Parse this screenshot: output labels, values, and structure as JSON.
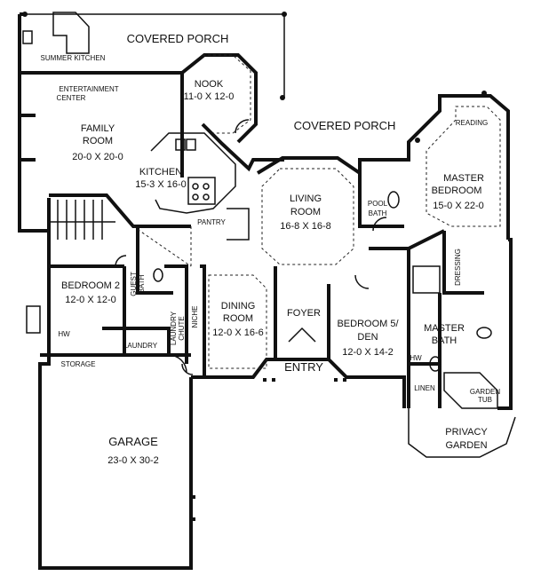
{
  "rooms": {
    "covered_porch_top": "COVERED PORCH",
    "summer_kitchen": "SUMMER KITCHEN",
    "nook_name": "NOOK",
    "nook_dim": "11-0 X 12-0",
    "entertainment_center_1": "ENTERTAINMENT",
    "entertainment_center_2": "CENTER",
    "family_name_1": "FAMILY",
    "family_name_2": "ROOM",
    "family_dim": "20-0 X 20-0",
    "covered_porch_mid": "COVERED PORCH",
    "reading": "READING",
    "master_bed_1": "MASTER",
    "master_bed_2": "BEDROOM",
    "master_bed_dim": "15-0 X 22-0",
    "kitchen_name": "KITCHEN",
    "kitchen_dim": "15-3 X 16-0",
    "pantry": "PANTRY",
    "living_name_1": "LIVING",
    "living_name_2": "ROOM",
    "living_dim": "16-8 X 16-8",
    "pool_bath_1": "POOL",
    "pool_bath_2": "BATH",
    "dressing": "DRESSING",
    "bedroom2_name": "BEDROOM 2",
    "bedroom2_dim": "12-0 X 12-0",
    "guest_bath_1": "GUEST",
    "guest_bath_2": "BATH",
    "dining_name_1": "DINING",
    "dining_name_2": "ROOM",
    "dining_dim": "12-0 X 16-6",
    "foyer": "FOYER",
    "bedroom5_1": "BEDROOM 5/",
    "bedroom5_2": "DEN",
    "bedroom5_dim": "12-0 X 14-2",
    "master_bath_1": "MASTER",
    "master_bath_2": "BATH",
    "laundry_chute_1": "LAUNDRY",
    "laundry_chute_2": "CHUTE",
    "niche": "NICHE",
    "laundry": "LAUNDRY",
    "hw_left": "HW",
    "hw_right": "HW",
    "storage": "STORAGE",
    "entry": "ENTRY",
    "linen": "LINEN",
    "garden_tub_1": "GARDEN",
    "garden_tub_2": "TUB",
    "garage_name": "GARAGE",
    "garage_dim": "23-0 X 30-2",
    "privacy_1": "PRIVACY",
    "privacy_2": "GARDEN"
  }
}
